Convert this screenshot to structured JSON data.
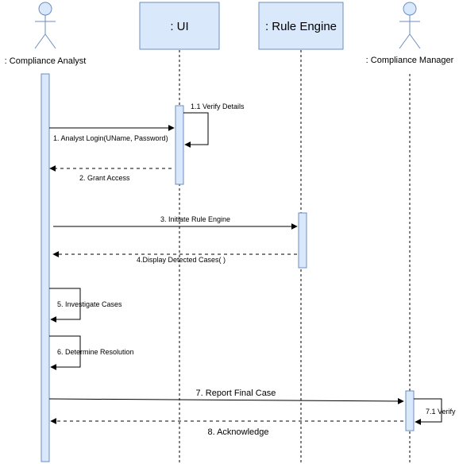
{
  "actors": {
    "compliance_analyst": {
      "label": ": Compliance Analyst"
    },
    "compliance_manager": {
      "label": ": Compliance Manager"
    }
  },
  "objects": {
    "ui": {
      "label": ": UI"
    },
    "rule_engine": {
      "label": ": Rule Engine"
    }
  },
  "messages": {
    "m1": "1. Analyst Login(UName, Password)",
    "m1_1": "1.1 Verify Details",
    "m2": "2. Grant Access",
    "m3": "3. Initiate Rule Engine",
    "m4": "4.Display Detected Cases( )",
    "m5": "5. Investigate Cases",
    "m6": "6. Determine Resolution",
    "m7": "7. Report Final Case",
    "m7_1": "7.1 Verify",
    "m8": "8. Acknowledge"
  },
  "colors": {
    "box_fill": "#dae8fc",
    "box_stroke": "#6c8ebf",
    "actor_fill": "#dae8fc",
    "actor_stroke": "#6c8ebf",
    "line": "#000000"
  }
}
